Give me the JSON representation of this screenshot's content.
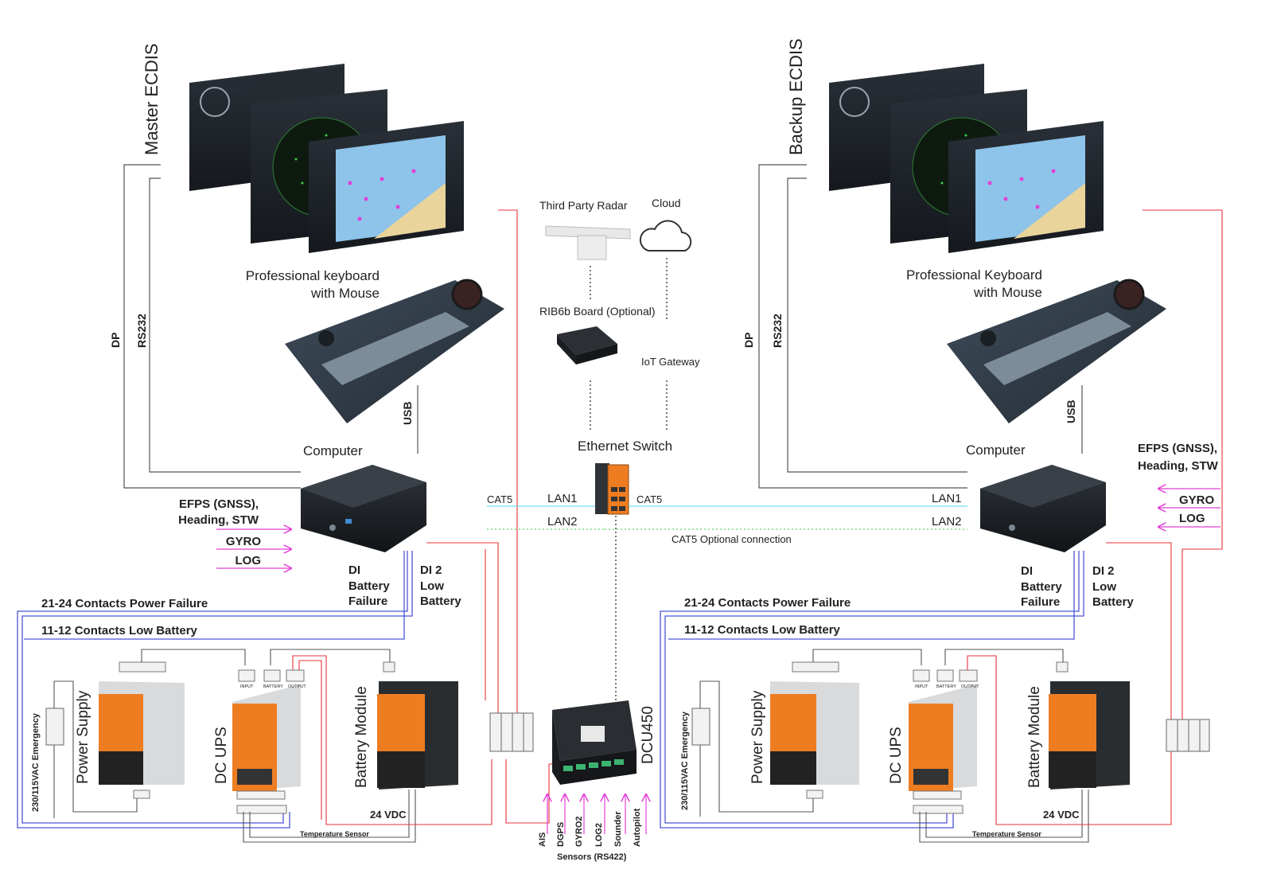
{
  "title_master": "Master ECDIS",
  "title_backup": "Backup ECDIS",
  "left": {
    "keyboard": "Professional keyboard",
    "keyboard2": "with Mouse",
    "computer": "Computer",
    "dp": "DP",
    "rs232": "RS232",
    "usb": "USB",
    "efps1": "EFPS (GNSS),",
    "efps2": "Heading, STW",
    "gyro": "GYRO",
    "log": "LOG",
    "di1a": "DI",
    "di1b": "Battery",
    "di1c": "Failure",
    "di2a": "DI 2",
    "di2b": "Low",
    "di2c": "Battery",
    "contacts_power": "21-24 Contacts Power Failure",
    "contacts_low": "11-12 Contacts Low Battery",
    "emergency": "230/115VAC Emergency",
    "power_supply": "Power Supply",
    "dc_ups": "DC UPS",
    "battery_module": "Battery Module",
    "vdc": "24 VDC",
    "temp_sensor": "Temperature Sensor",
    "lan1": "LAN1",
    "lan2": "LAN2",
    "cat5": "CAT5"
  },
  "right": {
    "keyboard": "Professional Keyboard",
    "keyboard2": "with Mouse",
    "computer": "Computer",
    "dp": "DP",
    "rs232": "RS232",
    "usb": "USB",
    "efps1": "EFPS (GNSS),",
    "efps2": "Heading, STW",
    "gyro": "GYRO",
    "log": "LOG",
    "di1a": "DI",
    "di1b": "Battery",
    "di1c": "Failure",
    "di2a": "DI 2",
    "di2b": "Low",
    "di2c": "Battery",
    "contacts_power": "21-24 Contacts Power Failure",
    "contacts_low": "11-12 Contacts Low Battery",
    "emergency": "230/115VAC Emergency",
    "power_supply": "Power Supply",
    "dc_ups": "DC UPS",
    "battery_module": "Battery Module",
    "vdc": "24 VDC",
    "temp_sensor": "Temperature Sensor",
    "lan1": "LAN1",
    "lan2": "LAN2",
    "cat5": "CAT5"
  },
  "center": {
    "radar": "Third Party Radar",
    "cloud": "Cloud",
    "rib": "RIB6b Board (Optional)",
    "iot": "IoT Gateway",
    "switch": "Ethernet Switch",
    "cat5_optional": "CAT5 Optional connection",
    "dcu": "DCU450",
    "sensors_caption": "Sensors (RS422)",
    "sensors": [
      "AIS",
      "DGPS",
      "GYRO2",
      "LOG2",
      "Sounder",
      "Autopilot"
    ],
    "unit_labels": [
      "INPUT",
      "BATTERY",
      "OUTPUT"
    ]
  },
  "colors": {
    "power_line": "#e8333b",
    "signal_line": "#4a56d6",
    "sensor_arrow": "#e23fd8",
    "lan1_line": "#4fd4e6",
    "lan2_line": "#3ec93e",
    "orange": "#ee7d22",
    "screen_dark": "#1f252c",
    "chart_blue": "#8ec3ea"
  }
}
